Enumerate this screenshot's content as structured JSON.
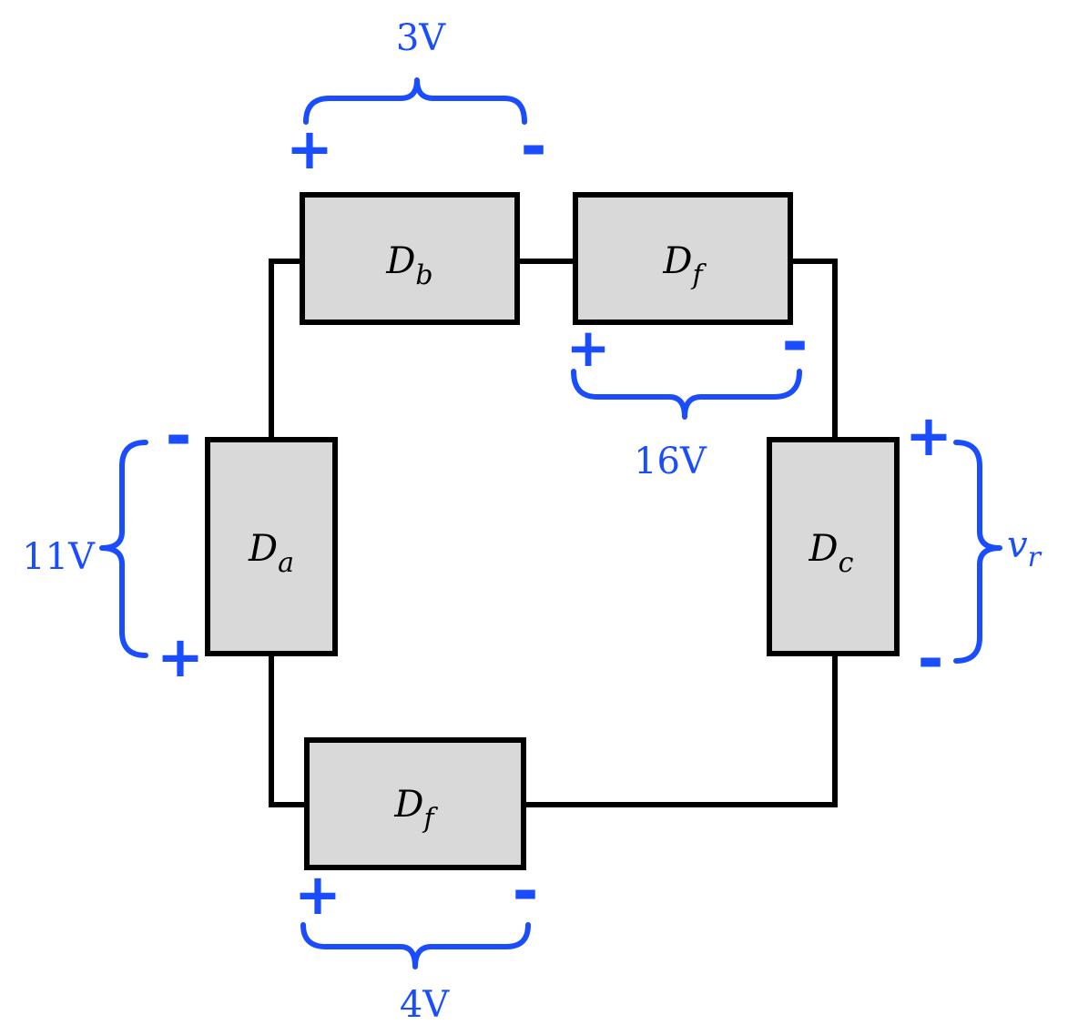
{
  "colors": {
    "annotation": "#1a4dff",
    "wire": "#000000",
    "element_fill": "#d9d9d9"
  },
  "elements": {
    "top_left": {
      "letter": "D",
      "sub": "b"
    },
    "top_right": {
      "letter": "D",
      "sub": "f"
    },
    "left": {
      "letter": "D",
      "sub": "a"
    },
    "right": {
      "letter": "D",
      "sub": "c"
    },
    "bottom": {
      "letter": "D",
      "sub": "f"
    }
  },
  "voltages": {
    "top_left": {
      "value": "3V",
      "plus": "+",
      "minus": "-"
    },
    "top_right": {
      "value": "16V",
      "plus": "+",
      "minus": "-"
    },
    "left": {
      "value": "11V",
      "plus": "+",
      "minus": "-"
    },
    "right": {
      "letter": "v",
      "sub": "r",
      "plus": "+",
      "minus": "-"
    },
    "bottom": {
      "value": "4V",
      "plus": "+",
      "minus": "-"
    }
  }
}
